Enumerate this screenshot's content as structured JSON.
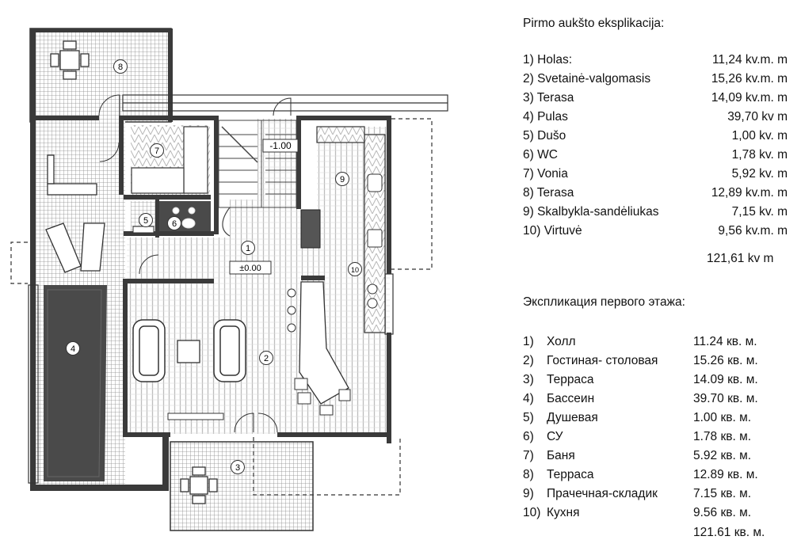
{
  "plan": {
    "room_numbers": [
      "1",
      "2",
      "3",
      "4",
      "5",
      "6",
      "7",
      "8",
      "9",
      "10"
    ],
    "level_basement": "-1.00",
    "level_ground": "±0.00",
    "colors": {
      "wall": "#3a3a3a",
      "pool": "#4a4a4a",
      "tile": "#9a9a9a",
      "stripe": "#d9d9d9"
    }
  },
  "legend_lt": {
    "title": "Pirmo aukšto eksplikacija:",
    "items": [
      {
        "name": "1) Holas:",
        "area": "11,24 kv.m. m"
      },
      {
        "name": "2) Svetainė-valgomasis",
        "area": "15,26 kv.m. m"
      },
      {
        "name": "3) Terasa",
        "area": "14,09 kv.m. m"
      },
      {
        "name": "4) Pulas",
        "area": "39,70 kv m"
      },
      {
        "name": "5) Dušo",
        "area": "1,00 kv. m"
      },
      {
        "name": "6) WC",
        "area": "1,78 kv. m"
      },
      {
        "name": "7) Vonia",
        "area": "5,92 kv. m"
      },
      {
        "name": "8) Terasa",
        "area": "12,89 kv.m. m"
      },
      {
        "name": "9) Skalbykla-sandėliukas",
        "area": "7,15 kv. m"
      },
      {
        "name": "10) Virtuvė",
        "area": "9,56 kv.m. m"
      }
    ],
    "total": "121,61 kv m"
  },
  "legend_ru": {
    "title": "Экспликация первого этажа:",
    "items": [
      {
        "num": "1)",
        "name": "Холл",
        "area": "11.24  кв. м."
      },
      {
        "num": "2)",
        "name": "Гостиная- столовая",
        "area": "15.26 кв. м."
      },
      {
        "num": "3)",
        "name": "Терраса",
        "area": "14.09 кв. м."
      },
      {
        "num": "4)",
        "name": "Бассеин",
        "area": "39.70 кв. м."
      },
      {
        "num": "5)",
        "name": "Душевая",
        "area": "1.00 кв. м."
      },
      {
        "num": "6)",
        "name": "СУ",
        "area": "1.78 кв. м."
      },
      {
        "num": "7)",
        "name": "Баня",
        "area": "5.92 кв. м."
      },
      {
        "num": "8)",
        "name": "Терраса",
        "area": "12.89 кв. м."
      },
      {
        "num": "9)",
        "name": "Прачечная-складик",
        "area": "7.15 кв. м."
      },
      {
        "num": "10)",
        "name": "Кухня",
        "area": "9.56 кв. м."
      }
    ],
    "total": "121.61 кв. м."
  }
}
